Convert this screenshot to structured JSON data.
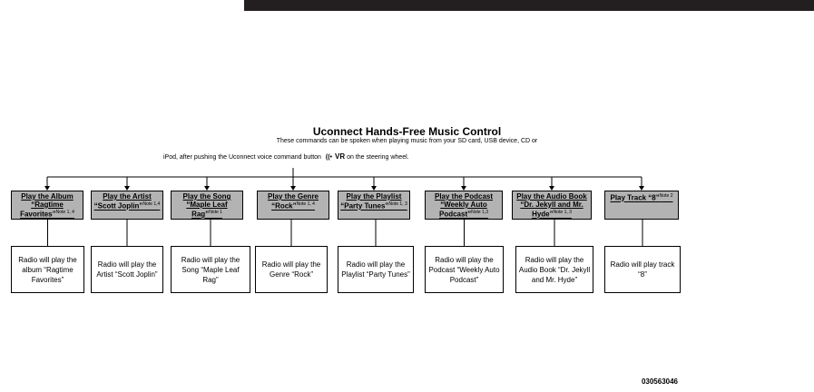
{
  "header_bar": {
    "color": "#231f20"
  },
  "diagram": {
    "title": "Uconnect Hands-Free Music Control",
    "subtitle_line1": "These commands can be spoken when playing music from your SD card, USB device, CD or",
    "subtitle_line2_prefix": "iPod, after pushing the Uconnect voice command button",
    "vr_icon": "voice-recognition-icon",
    "vr_label": "VR",
    "subtitle_line2_suffix": "on the steering wheel.",
    "colors": {
      "command_box": "#b3b3b3",
      "result_box": "#ffffff",
      "line": "#000000"
    },
    "commands": [
      {
        "label": "Play the Album “Ragtime Favorites”",
        "note": "Note 1, 4",
        "result": "Radio will play the album “Ragtime Favorites”"
      },
      {
        "label": "Play the Artist “Scott Joplin”",
        "note": "Note 1,4",
        "result": "Radio will play the Artist “Scott Joplin”"
      },
      {
        "label": "Play the Song “Maple Leaf Rag”",
        "note": "Note 1",
        "result": "Radio will play the Song “Maple Leaf Rag”"
      },
      {
        "label": "Play the Genre “Rock”",
        "note": "Note 1, 4",
        "result": "Radio will play the Genre “Rock”"
      },
      {
        "label": "Play the Playlist “Party Tunes”",
        "note": "Note 1, 3",
        "result": "Radio will play the Playlist “Party Tunes”"
      },
      {
        "label": "Play the Podcast “Weekly Auto Podcast”",
        "note": "Note 1,3",
        "result": "Radio will play the Podcast “Weekly Auto Podcast”"
      },
      {
        "label": "Play the Audio Book “Dr. Jekyll and Mr. Hyde”",
        "note": "Note 1, 3",
        "result": "Radio will play the Audio Book “Dr. Jekyll and Mr. Hyde”"
      },
      {
        "label": "Play Track “8”",
        "note": "Note 2",
        "result": "Radio will play track “8”"
      }
    ]
  },
  "figure_code": "030563046"
}
